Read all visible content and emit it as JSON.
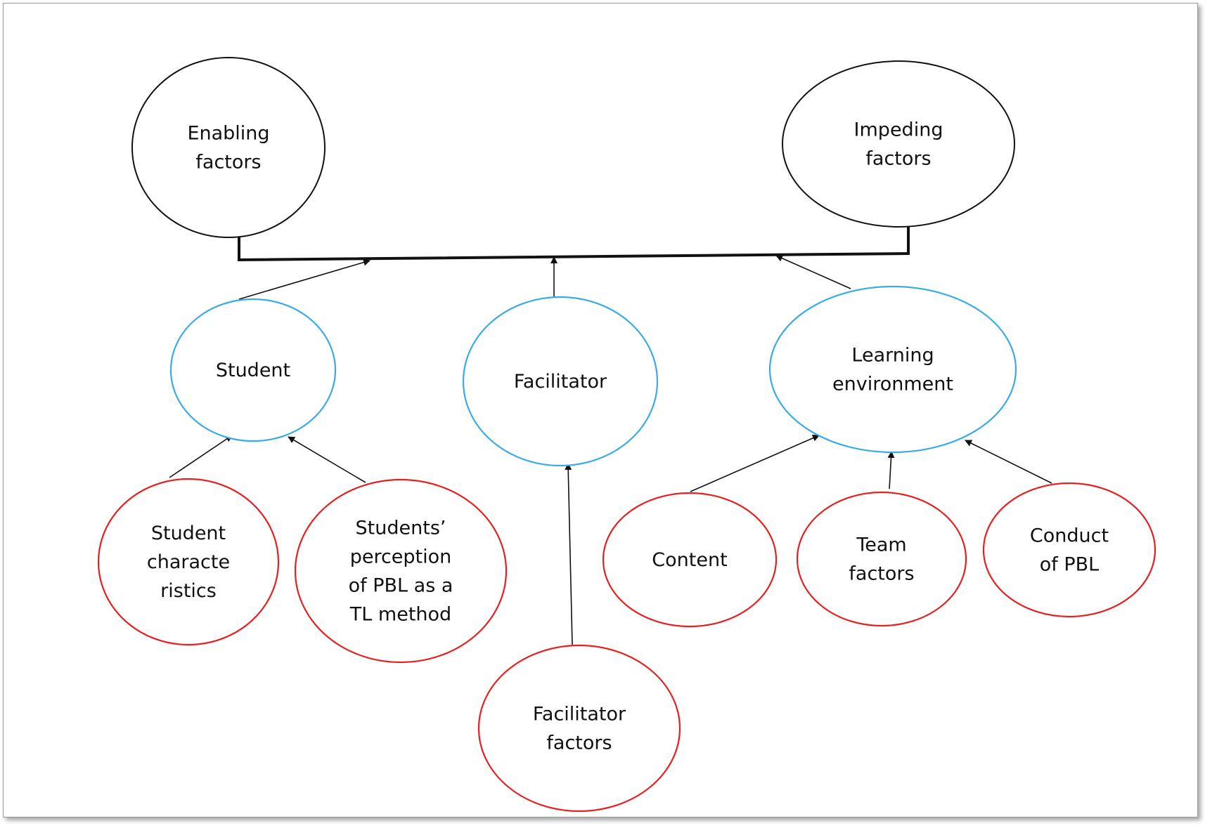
{
  "diagram": {
    "colors": {
      "outcome_stroke": "#111111",
      "category_stroke": "#3aabe6",
      "factor_stroke": "#e62020",
      "line": "#111111"
    },
    "nodes": [
      {
        "id": "enabling",
        "kind": "outcome",
        "lines": [
          "Enabling",
          "factors"
        ]
      },
      {
        "id": "impeding",
        "kind": "outcome",
        "lines": [
          "Impeding",
          "factors"
        ]
      },
      {
        "id": "student",
        "kind": "category",
        "lines": [
          "Student"
        ]
      },
      {
        "id": "facilitator",
        "kind": "category",
        "lines": [
          "Facilitator"
        ]
      },
      {
        "id": "learning",
        "kind": "category",
        "lines": [
          "Learning",
          "environment"
        ]
      },
      {
        "id": "student_char",
        "kind": "factor",
        "lines": [
          "Student",
          "characte",
          "ristics"
        ]
      },
      {
        "id": "student_perc",
        "kind": "factor",
        "lines": [
          "Students’",
          "perception",
          "of PBL as a",
          "TL method"
        ]
      },
      {
        "id": "facilitator_factors",
        "kind": "factor",
        "lines": [
          "Facilitator",
          "factors"
        ]
      },
      {
        "id": "content",
        "kind": "factor",
        "lines": [
          "Content"
        ]
      },
      {
        "id": "team",
        "kind": "factor",
        "lines": [
          "Team",
          "factors"
        ]
      },
      {
        "id": "conduct",
        "kind": "factor",
        "lines": [
          "Conduct",
          "of PBL"
        ]
      }
    ],
    "edges": [
      {
        "from": "student",
        "to": "outcomes"
      },
      {
        "from": "facilitator",
        "to": "outcomes"
      },
      {
        "from": "learning",
        "to": "outcomes"
      },
      {
        "from": "student_char",
        "to": "student"
      },
      {
        "from": "student_perc",
        "to": "student"
      },
      {
        "from": "facilitator_factors",
        "to": "facilitator"
      },
      {
        "from": "content",
        "to": "learning"
      },
      {
        "from": "team",
        "to": "learning"
      },
      {
        "from": "conduct",
        "to": "learning"
      }
    ]
  }
}
